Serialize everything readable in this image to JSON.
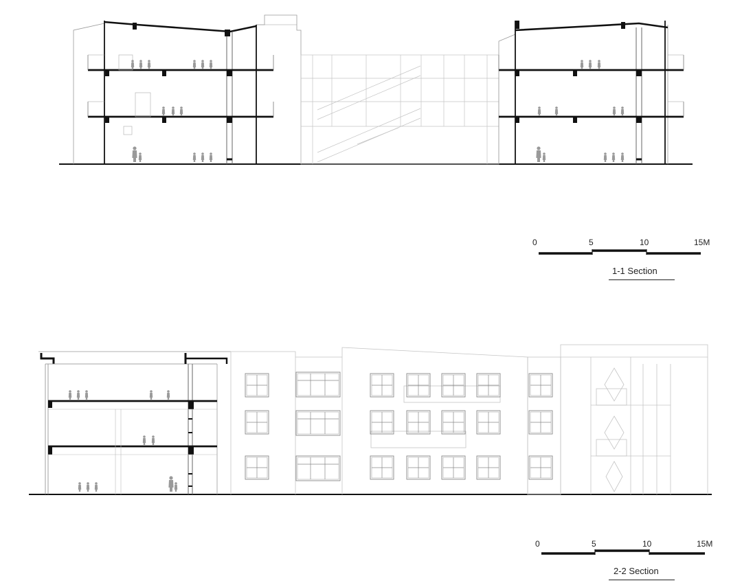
{
  "drawings": [
    {
      "caption": "1-1 Section",
      "scale_ticks": [
        "0",
        "5",
        "10",
        "15M"
      ]
    },
    {
      "caption": "2-2 Section",
      "scale_ticks": [
        "0",
        "5",
        "10",
        "15M"
      ]
    }
  ]
}
